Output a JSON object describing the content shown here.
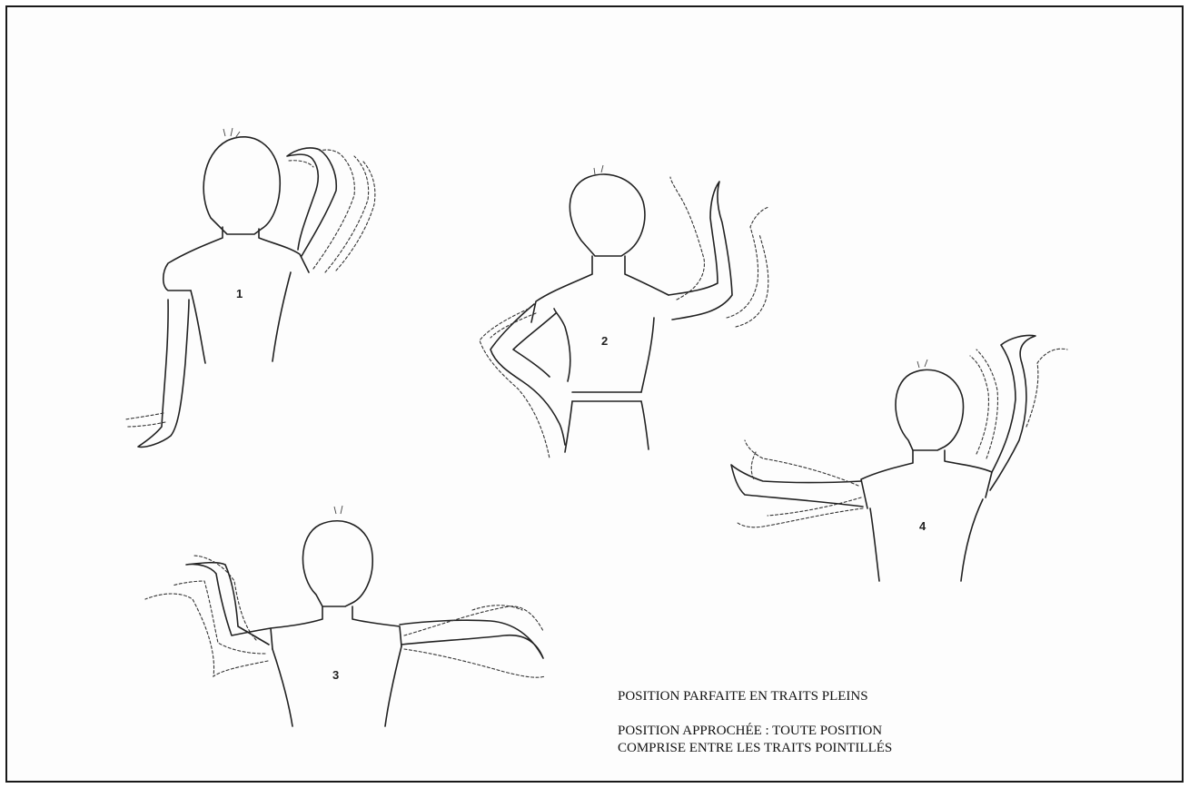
{
  "figures": [
    {
      "label": "1"
    },
    {
      "label": "2"
    },
    {
      "label": "3"
    },
    {
      "label": "4"
    }
  ],
  "legend": {
    "perfect": "POSITION PARFAITE EN TRAITS PLEINS",
    "approx_line1": "POSITION APPROCHÉE : TOUTE POSITION",
    "approx_line2": "COMPRISE ENTRE LES TRAITS POINTILLÉS"
  }
}
